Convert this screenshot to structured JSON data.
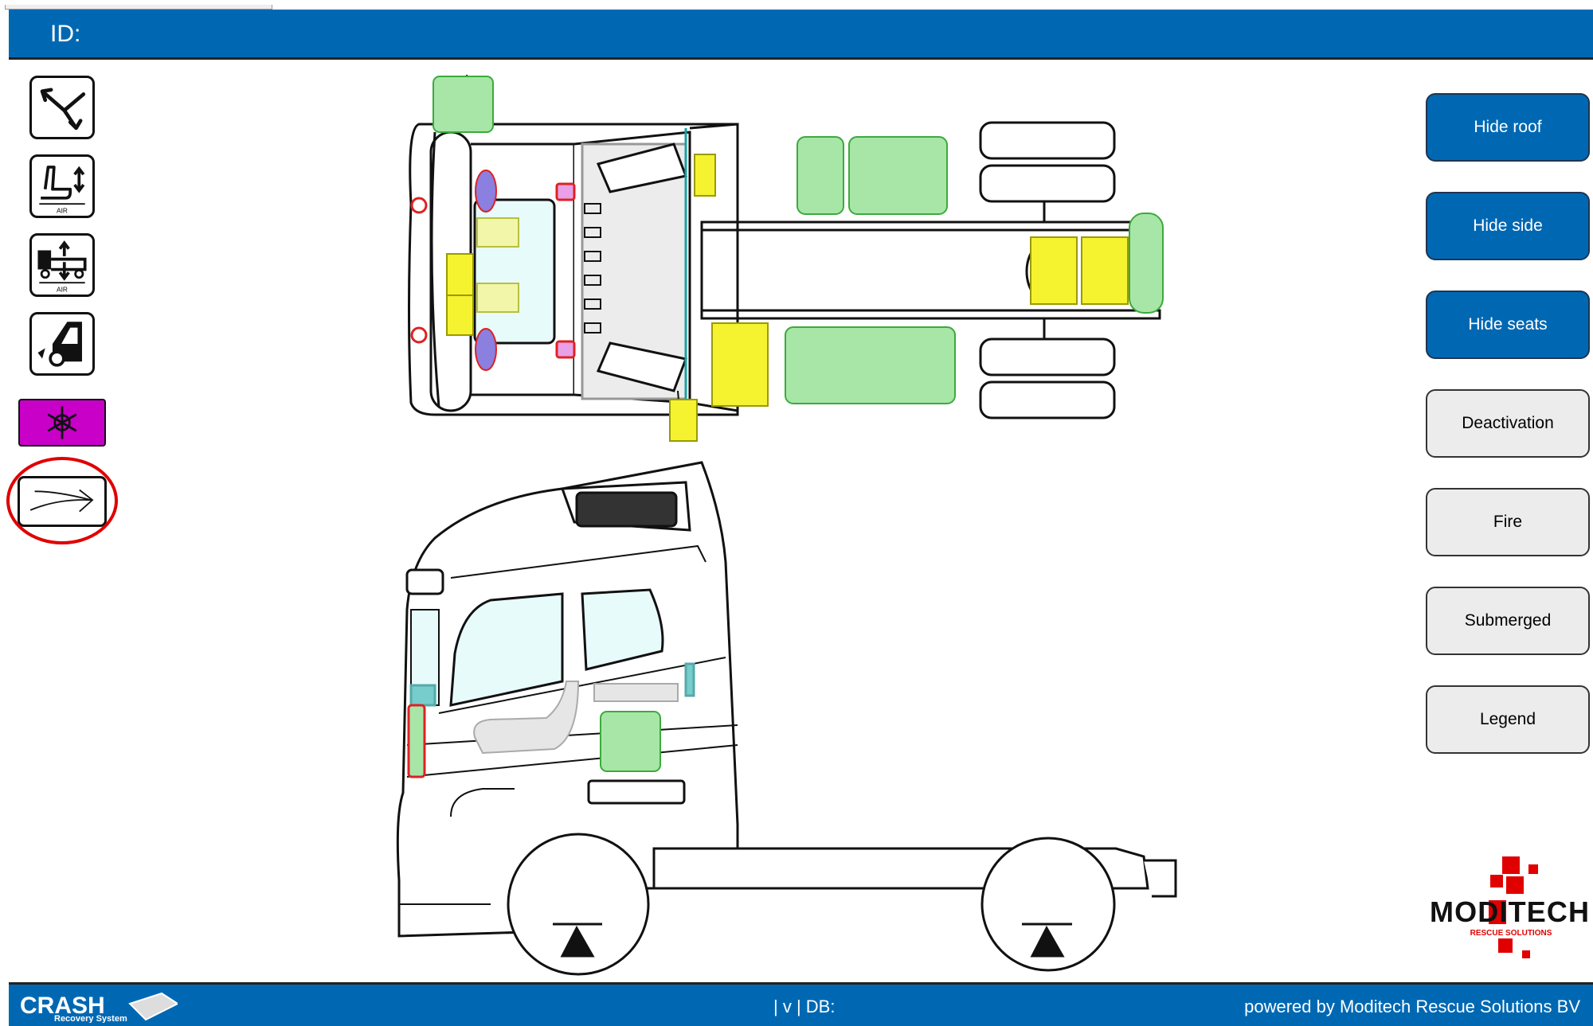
{
  "header": {
    "id_label": "ID:"
  },
  "tools": [
    {
      "icon": "airbag-deploy-icon"
    },
    {
      "icon": "air-seat-icon",
      "caption": "AIR"
    },
    {
      "icon": "air-suspension-icon",
      "caption": "AIR"
    },
    {
      "icon": "cab-tilt-icon"
    },
    {
      "icon": "refrigeration-icon",
      "color": "#c800c8"
    },
    {
      "icon": "next-arrow-icon",
      "highlight": "#e00000"
    }
  ],
  "buttons": [
    {
      "label": "Hide roof",
      "style": "blue"
    },
    {
      "label": "Hide side",
      "style": "blue"
    },
    {
      "label": "Hide seats",
      "style": "blue"
    },
    {
      "label": "Deactivation",
      "style": "grey"
    },
    {
      "label": "Fire",
      "style": "grey"
    },
    {
      "label": "Submerged",
      "style": "grey"
    },
    {
      "label": "Legend",
      "style": "grey"
    }
  ],
  "logo": {
    "brand": "MODITECH",
    "tagline": "RESCUE SOLUTIONS"
  },
  "footer": {
    "app_name": "CRASH",
    "app_subtitle": "Recovery System",
    "version_db": "| v | DB:",
    "powered_by": "powered by Moditech Rescue Solutions BV"
  },
  "colors": {
    "brand_blue": "#0068b3",
    "component_green": "#a8e6a8",
    "component_yellow": "#f5f230",
    "airbag_purple": "#8b7fe0",
    "highlight_red": "#e00000"
  }
}
